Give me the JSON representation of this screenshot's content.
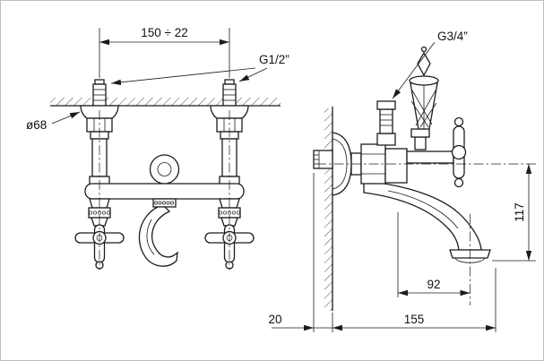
{
  "drawing": {
    "background": "#ffffff",
    "line_color": "#1c1c1c",
    "dimensions": {
      "center_distance": "150 ÷ 22",
      "inlet_thread": "G1/2”",
      "shower_thread": "G3/4”",
      "flange_diameter": "ø68",
      "spout_height": "117",
      "spout_reach": "92",
      "wall_offset": "20",
      "total_projection": "155"
    }
  }
}
